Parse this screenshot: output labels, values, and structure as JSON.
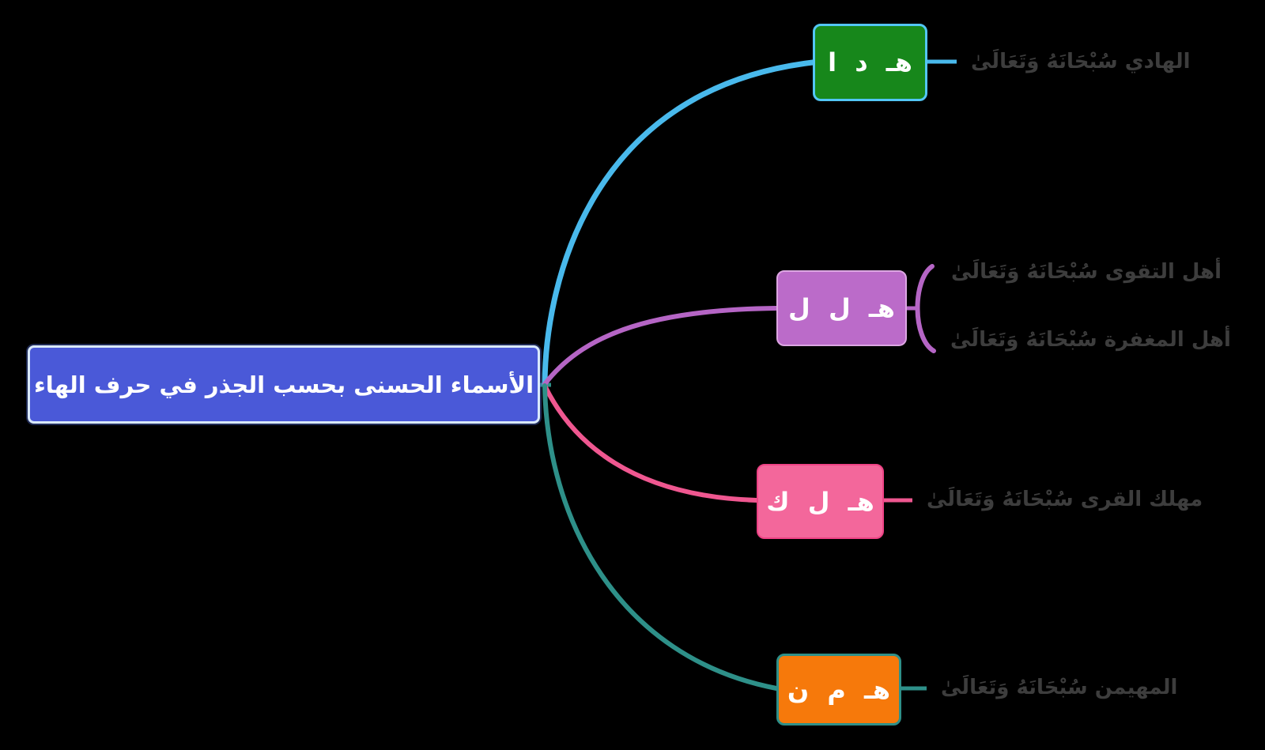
{
  "title": "الأسماء الحسنى بحسب الجذر في حرف الهاء",
  "background_color": "#000000",
  "leaf_text_color": "#3d3d3d",
  "root": {
    "label": "الأسماء الحسنى بحسب الجذر في حرف الهاء",
    "fill": "#4a59d8",
    "border_color": "#d9e9fb",
    "text_color": "#ffffff",
    "connector_color": "#2e9089"
  },
  "branches": [
    {
      "root_letters": "هـ د ا",
      "node_fill": "#17871b",
      "node_border": "#53c6f5",
      "branch_color": "#49b9ec",
      "leaves": [
        "الهادي سُبْحَانَهُ وَتَعَالَىٰ"
      ]
    },
    {
      "root_letters": "هـ ل ل",
      "node_fill": "#bb6bc9",
      "node_border": "#dda6e3",
      "branch_color": "#b565c5",
      "leaves": [
        "أهل التقوى سُبْحَانَهُ وَتَعَالَىٰ",
        "أهل المغفرة سُبْحَانَهُ وَتَعَالَىٰ"
      ]
    },
    {
      "root_letters": "هـ ل ك",
      "node_fill": "#f3679b",
      "node_border": "#ee4285",
      "branch_color": "#ef5790",
      "leaves": [
        "مهلك القرى سُبْحَانَهُ وَتَعَالَىٰ"
      ]
    },
    {
      "root_letters": "هـ م ن",
      "node_fill": "#f6790b",
      "node_border": "#2e9089",
      "branch_color": "#2e9089",
      "leaves": [
        "المهيمن سُبْحَانَهُ وَتَعَالَىٰ"
      ]
    }
  ]
}
